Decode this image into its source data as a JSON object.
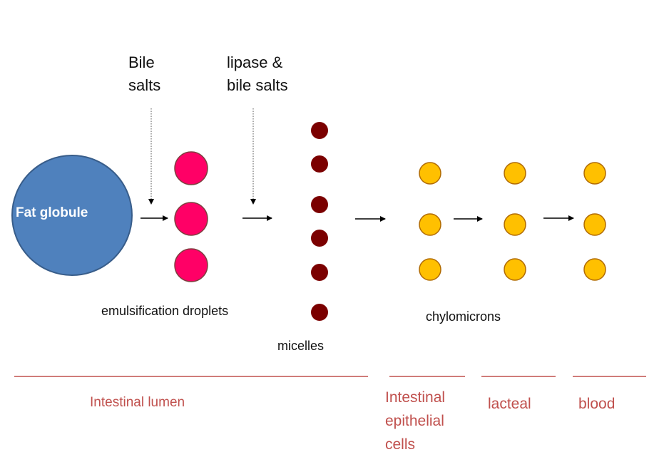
{
  "labels": {
    "bile_salts": "Bile\nsalts",
    "lipase_bile_salts": "lipase &\nbile salts",
    "fat_globule": "Fat globule",
    "emulsification_droplets": "emulsification droplets",
    "micelles": "micelles",
    "chylomicrons": "chylomicrons"
  },
  "regions": [
    {
      "id": "intestinal-lumen",
      "label": "Intestinal lumen"
    },
    {
      "id": "intestinal-epithelial-cells",
      "label": "Intestinal\nepithelial\ncells"
    },
    {
      "id": "lacteal",
      "label": "lacteal"
    },
    {
      "id": "blood",
      "label": "blood"
    }
  ],
  "colors": {
    "fat_globule": "#4f81bd",
    "fat_globule_stroke": "#385d8a",
    "droplet": "#ff0066",
    "droplet_stroke": "#7f3f3f",
    "micelle": "#7b0000",
    "chylomicron": "#ffc000",
    "chylomicron_stroke": "#b06a00",
    "region_line": "#c0504d",
    "region_text": "#c0504d",
    "arrow": "#000000"
  }
}
